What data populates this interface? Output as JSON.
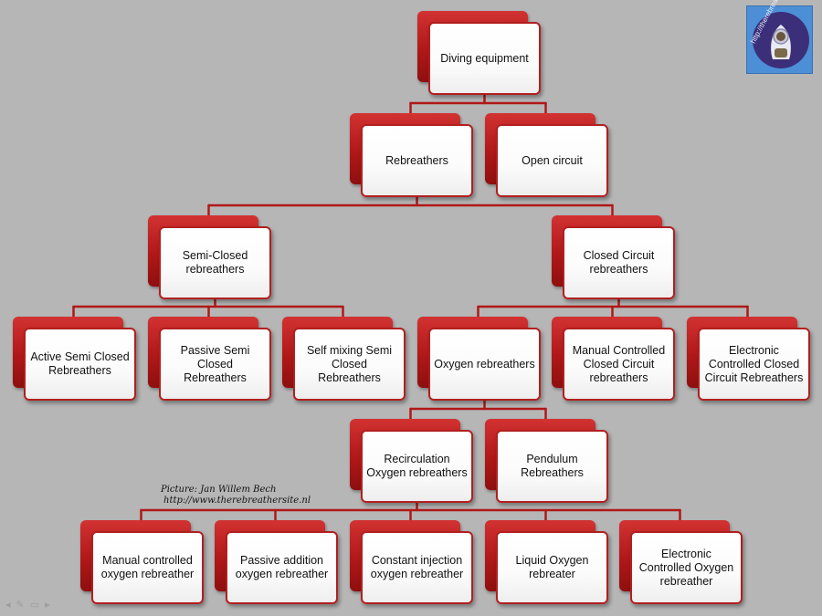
{
  "nodes": [
    {
      "id": "diving",
      "label": "Diving equipment"
    },
    {
      "id": "rebreathers",
      "label": "Rebreathers"
    },
    {
      "id": "open",
      "label": "Open circuit"
    },
    {
      "id": "semi",
      "label": "Semi-Closed rebreathers"
    },
    {
      "id": "closed",
      "label": "Closed Circuit rebreathers"
    },
    {
      "id": "active",
      "label": "Active Semi Closed Rebreathers"
    },
    {
      "id": "passive",
      "label": "Passive Semi Closed Rebreathers"
    },
    {
      "id": "selfmix",
      "label": "Self mixing Semi Closed Rebreathers"
    },
    {
      "id": "oxygen",
      "label": "Oxygen rebreathers"
    },
    {
      "id": "manualcc",
      "label": "Manual Controlled Closed Circuit rebreathers"
    },
    {
      "id": "eccr",
      "label": "Electronic Controlled Closed Circuit Rebreathers"
    },
    {
      "id": "recirc",
      "label": "Recirculation Oxygen rebreathers"
    },
    {
      "id": "pendulum",
      "label": "Pendulum Rebreathers"
    },
    {
      "id": "manualox",
      "label": "Manual controlled oxygen rebreather"
    },
    {
      "id": "passiveadd",
      "label": "Passive addition oxygen rebreather"
    },
    {
      "id": "constant",
      "label": "Constant injection oxygen rebreather"
    },
    {
      "id": "liquid",
      "label": "Liquid Oxygen rebreater"
    },
    {
      "id": "elecox",
      "label": "Electronic Controlled Oxygen rebreather"
    }
  ],
  "edges": [
    [
      "diving",
      "rebreathers"
    ],
    [
      "diving",
      "open"
    ],
    [
      "rebreathers",
      "semi"
    ],
    [
      "rebreathers",
      "closed"
    ],
    [
      "semi",
      "active"
    ],
    [
      "semi",
      "passive"
    ],
    [
      "semi",
      "selfmix"
    ],
    [
      "closed",
      "oxygen"
    ],
    [
      "closed",
      "manualcc"
    ],
    [
      "closed",
      "eccr"
    ],
    [
      "oxygen",
      "recirc"
    ],
    [
      "oxygen",
      "pendulum"
    ],
    [
      "recirc",
      "manualox"
    ],
    [
      "recirc",
      "passiveadd"
    ],
    [
      "recirc",
      "constant"
    ],
    [
      "recirc",
      "liquid"
    ],
    [
      "recirc",
      "elecox"
    ]
  ],
  "credit": {
    "line1": "Picture: Jan Willem Bech",
    "line2": "http://www.therebreathersite.nl"
  },
  "logo": {
    "text": "http://therebreathersite.nl"
  },
  "colors": {
    "background": "#b6b6b6",
    "node_back": "#b01818",
    "node_border": "#b21f1f",
    "connector": "#b01818"
  }
}
